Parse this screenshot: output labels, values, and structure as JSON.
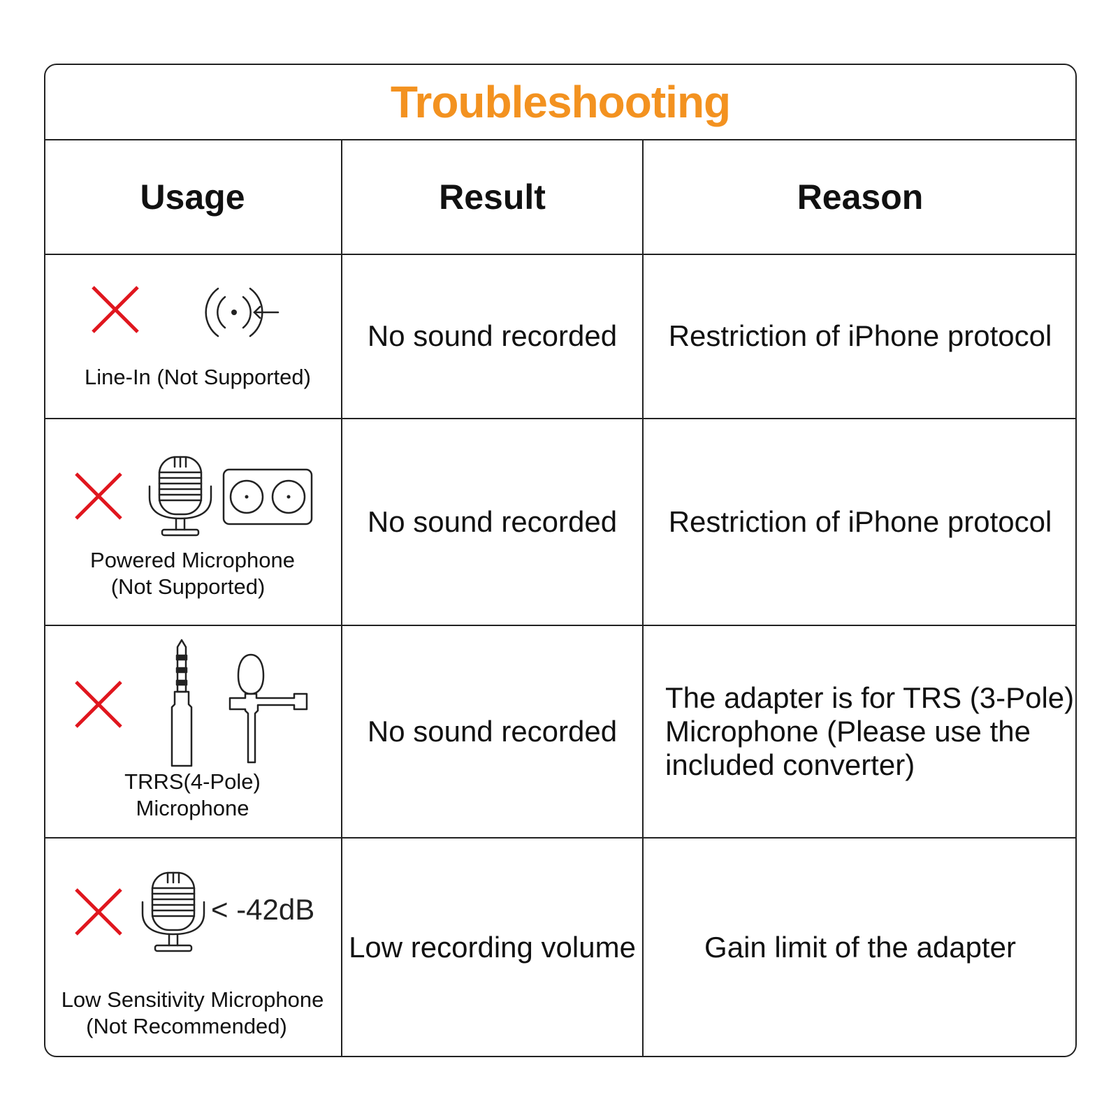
{
  "title": "Troubleshooting",
  "colors": {
    "accent": "#F39220",
    "cross": "#E0161E",
    "line": "#222222"
  },
  "headers": {
    "usage": "Usage",
    "result": "Result",
    "reason": "Reason"
  },
  "rows": [
    {
      "usage_label_1": "Line-In (Not Supported)",
      "usage_label_2": "",
      "icons": [
        "cross-icon",
        "line-in-signal-icon"
      ],
      "result": "No sound recorded",
      "reason_lines": [
        "Restriction of iPhone protocol"
      ]
    },
    {
      "usage_label_1": "Powered Microphone",
      "usage_label_2": "(Not Supported)",
      "icons": [
        "cross-icon",
        "studio-microphone-icon",
        "power-supply-box-icon"
      ],
      "result": "No sound recorded",
      "reason_lines": [
        "Restriction of iPhone protocol"
      ]
    },
    {
      "usage_label_1": "TRRS(4-Pole)",
      "usage_label_2": "Microphone",
      "icons": [
        "cross-icon",
        "trrs-plug-icon",
        "lavalier-microphone-icon"
      ],
      "result": "No sound recorded",
      "reason_lines": [
        "The adapter is for TRS (3-Pole)",
        "Microphone (Please use the",
        "included converter)"
      ]
    },
    {
      "usage_label_1": "Low Sensitivity Microphone",
      "usage_label_2": "(Not Recommended)",
      "sensitivity_text": "< -42dB",
      "icons": [
        "cross-icon",
        "studio-microphone-icon"
      ],
      "result": "Low recording volume",
      "reason_lines": [
        "Gain limit of the adapter"
      ]
    }
  ]
}
